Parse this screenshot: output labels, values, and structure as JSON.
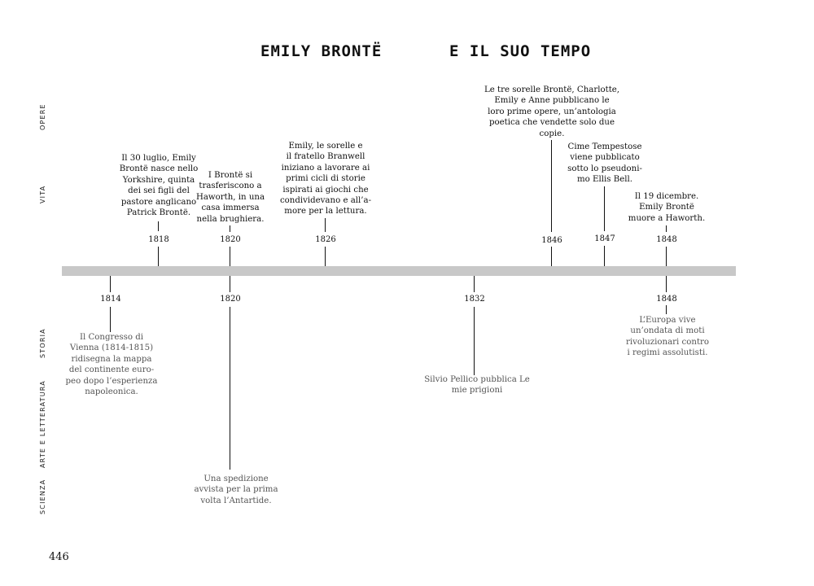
{
  "title": {
    "left": "EMILY BRONTË",
    "right": "E IL SUO TEMPO"
  },
  "side_labels": {
    "opere": "OPERE",
    "vita": "VITA",
    "storia": "STORIA",
    "arte": "ARTE E LETTERATURA",
    "scienza": "SCIENZA"
  },
  "top_events": [
    {
      "year": "1818",
      "lines": [
        "Il 30 luglio, Emily",
        "Brontë nasce nello",
        "Yorkshire, quinta",
        "dei sei figli del",
        "pastore anglicano",
        "Patrick Brontë."
      ]
    },
    {
      "year": "1820",
      "lines": [
        "I Brontë si",
        "trasferiscono a",
        "Haworth, in una",
        "casa immersa",
        "nella brughiera."
      ]
    },
    {
      "year": "1826",
      "lines": [
        "Emily, le sorelle e",
        "il fratello Branwell",
        "iniziano a lavorare ai",
        "primi cicli di storie",
        "ispirati ai giochi che",
        "condividevano e all’a-",
        "more per la lettura."
      ]
    },
    {
      "year": "1846",
      "lines": [
        "Le tre sorelle Brontë, Charlotte,",
        "Emily e Anne pubblicano le",
        "loro prime opere, un’antologia",
        "poetica che vendette solo due",
        "copie."
      ]
    },
    {
      "year": "1847",
      "lines": [
        "Cime Tempestose",
        "viene pubblicato",
        "sotto lo pseudoni-",
        "mo Ellis Bell."
      ]
    },
    {
      "year": "1848",
      "lines": [
        "Il 19 dicembre.",
        "Emily Brontë",
        "muore a Haworth."
      ]
    }
  ],
  "bottom_events": [
    {
      "year": "1814",
      "lines": [
        "Il Congresso di",
        "Vienna (1814-1815)",
        "ridisegna la mappa",
        "del continente euro-",
        "peo dopo l’esperienza",
        "napoleonica."
      ]
    },
    {
      "year": "1820",
      "lines": [
        "Una spedizione",
        "avvista per la prima",
        "volta l’Antartide."
      ]
    },
    {
      "year": "1832",
      "lines": [
        "Silvio Pellico pubblica Le",
        "mie prigioni"
      ]
    },
    {
      "year": "1848",
      "lines": [
        "L’Europa vive",
        "un’ondata di moti",
        "rivoluzionari contro",
        "i regimi assolutisti."
      ]
    }
  ],
  "page_number": "446"
}
